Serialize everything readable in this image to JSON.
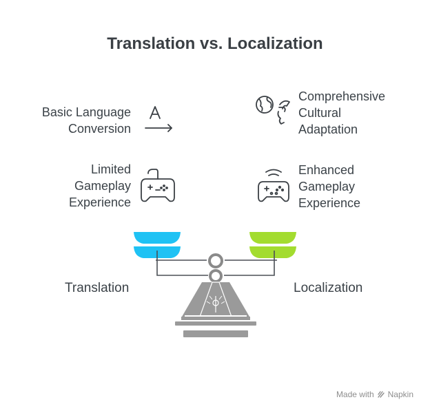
{
  "title": "Translation vs. Localization",
  "left": {
    "items": [
      {
        "lines": [
          "Basic Language",
          "Conversion"
        ],
        "icon": "letter-arrow-icon"
      },
      {
        "lines": [
          "Limited",
          "Gameplay",
          "Experience"
        ],
        "icon": "gamepad-icon"
      }
    ],
    "scale_label": "Translation",
    "pan_color": "#1fc2f4"
  },
  "right": {
    "items": [
      {
        "lines": [
          "Comprehensive",
          "Cultural",
          "Adaptation"
        ],
        "icon": "globe-head-icon"
      },
      {
        "lines": [
          "Enhanced",
          "Gameplay",
          "Experience"
        ],
        "icon": "wireless-gamepad-icon"
      }
    ],
    "scale_label": "Localization",
    "pan_color": "#a3dc2f"
  },
  "footer": {
    "prefix": "Made with",
    "brand": "Napkin"
  }
}
